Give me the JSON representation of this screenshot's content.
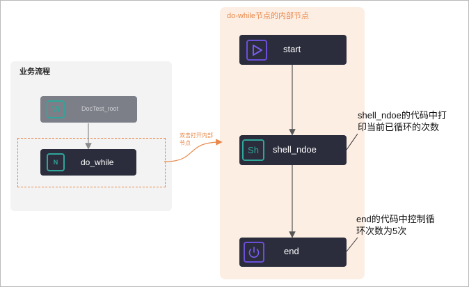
{
  "business_panel": {
    "title": "业务流程",
    "nodes": {
      "doctest_root": {
        "icon_text": "Vi",
        "label": "DocTest_root"
      },
      "do_while": {
        "icon_text": "N",
        "label": "do_while"
      }
    }
  },
  "link_label": "双击打开内部节点",
  "inner_panel": {
    "title": "do-while节点的内部节点",
    "nodes": {
      "start": {
        "label": "start",
        "icon": "play-icon"
      },
      "shell": {
        "icon_text": "Sh",
        "label": "shell_ndoe"
      },
      "end": {
        "label": "end",
        "icon": "power-icon"
      }
    }
  },
  "callouts": {
    "shell_note": [
      "shell_ndoe的代码中打",
      "印当前已循环的次数"
    ],
    "end_note": [
      "end的代码中控制循",
      "环次数为5次"
    ]
  },
  "colors": {
    "node_bg": "#2b2d3c",
    "node_disabled_bg": "#7d7f88",
    "accent_orange": "#e8894a",
    "teal": "#2fa69a",
    "purple": "#6b4fd8"
  }
}
